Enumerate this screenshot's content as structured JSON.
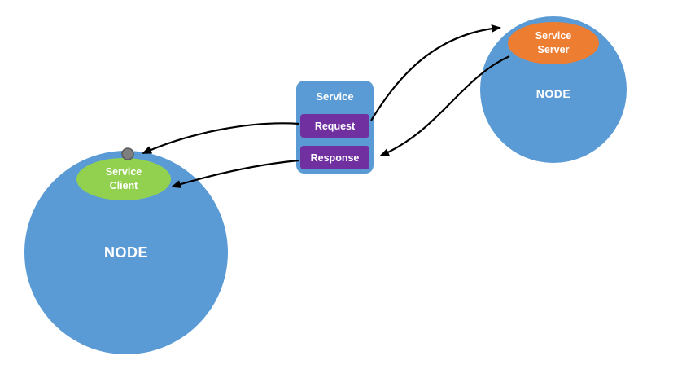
{
  "colors": {
    "node_blue": "#5b9bd5",
    "client_green": "#92d050",
    "server_orange": "#ed7d31",
    "box_purple": "#7030a0",
    "arrow_black": "#000000",
    "dot_gray": "#7f7f7f",
    "background": "#ffffff"
  },
  "left_node": {
    "label": "NODE"
  },
  "right_node": {
    "label": "NODE"
  },
  "service_client": {
    "line1": "Service",
    "line2": "Client"
  },
  "service_server": {
    "line1": "Service",
    "line2": "Server"
  },
  "service_box": {
    "title": "Service",
    "request": "Request",
    "response": "Response"
  }
}
